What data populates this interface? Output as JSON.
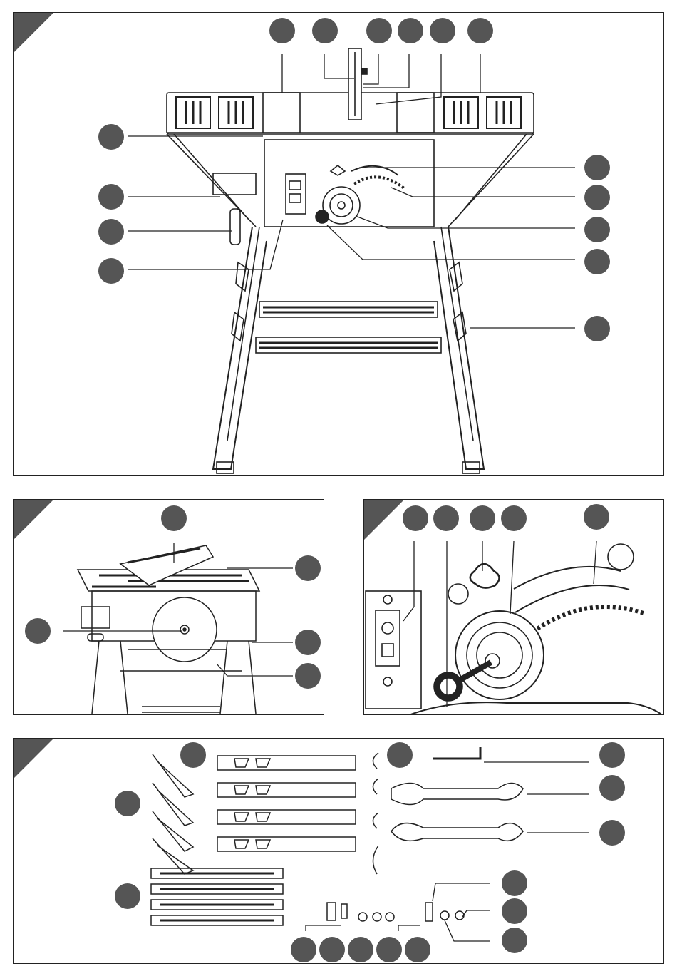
{
  "page": {
    "title": "",
    "background": "#ffffff"
  },
  "colors": {
    "callout_fill": "#555555",
    "line": "#222222",
    "corner": "#555555"
  },
  "panels": [
    {
      "id": "figure-1",
      "corner_label": "",
      "callout_count": 14
    },
    {
      "id": "figure-2",
      "corner_label": "",
      "callout_count": 5
    },
    {
      "id": "figure-3",
      "corner_label": "",
      "callout_count": 5
    },
    {
      "id": "figure-4",
      "corner_label": "",
      "callout_count": 15
    }
  ],
  "callouts": {
    "fig1": [
      "",
      "",
      "",
      "",
      "",
      "",
      "",
      "",
      "",
      "",
      "",
      "",
      "",
      "",
      "",
      "",
      "",
      ""
    ],
    "fig2": [
      "",
      "",
      "",
      "",
      ""
    ],
    "fig3": [
      "",
      "",
      "",
      "",
      ""
    ],
    "fig4": [
      "",
      "",
      "",
      "",
      "",
      "",
      "",
      "",
      "",
      "",
      "",
      "",
      "",
      "",
      ""
    ]
  },
  "icons": [
    "table-saw-front-view",
    "table-saw-perspective-view",
    "switch-and-bevel-detail",
    "accessory-parts"
  ]
}
